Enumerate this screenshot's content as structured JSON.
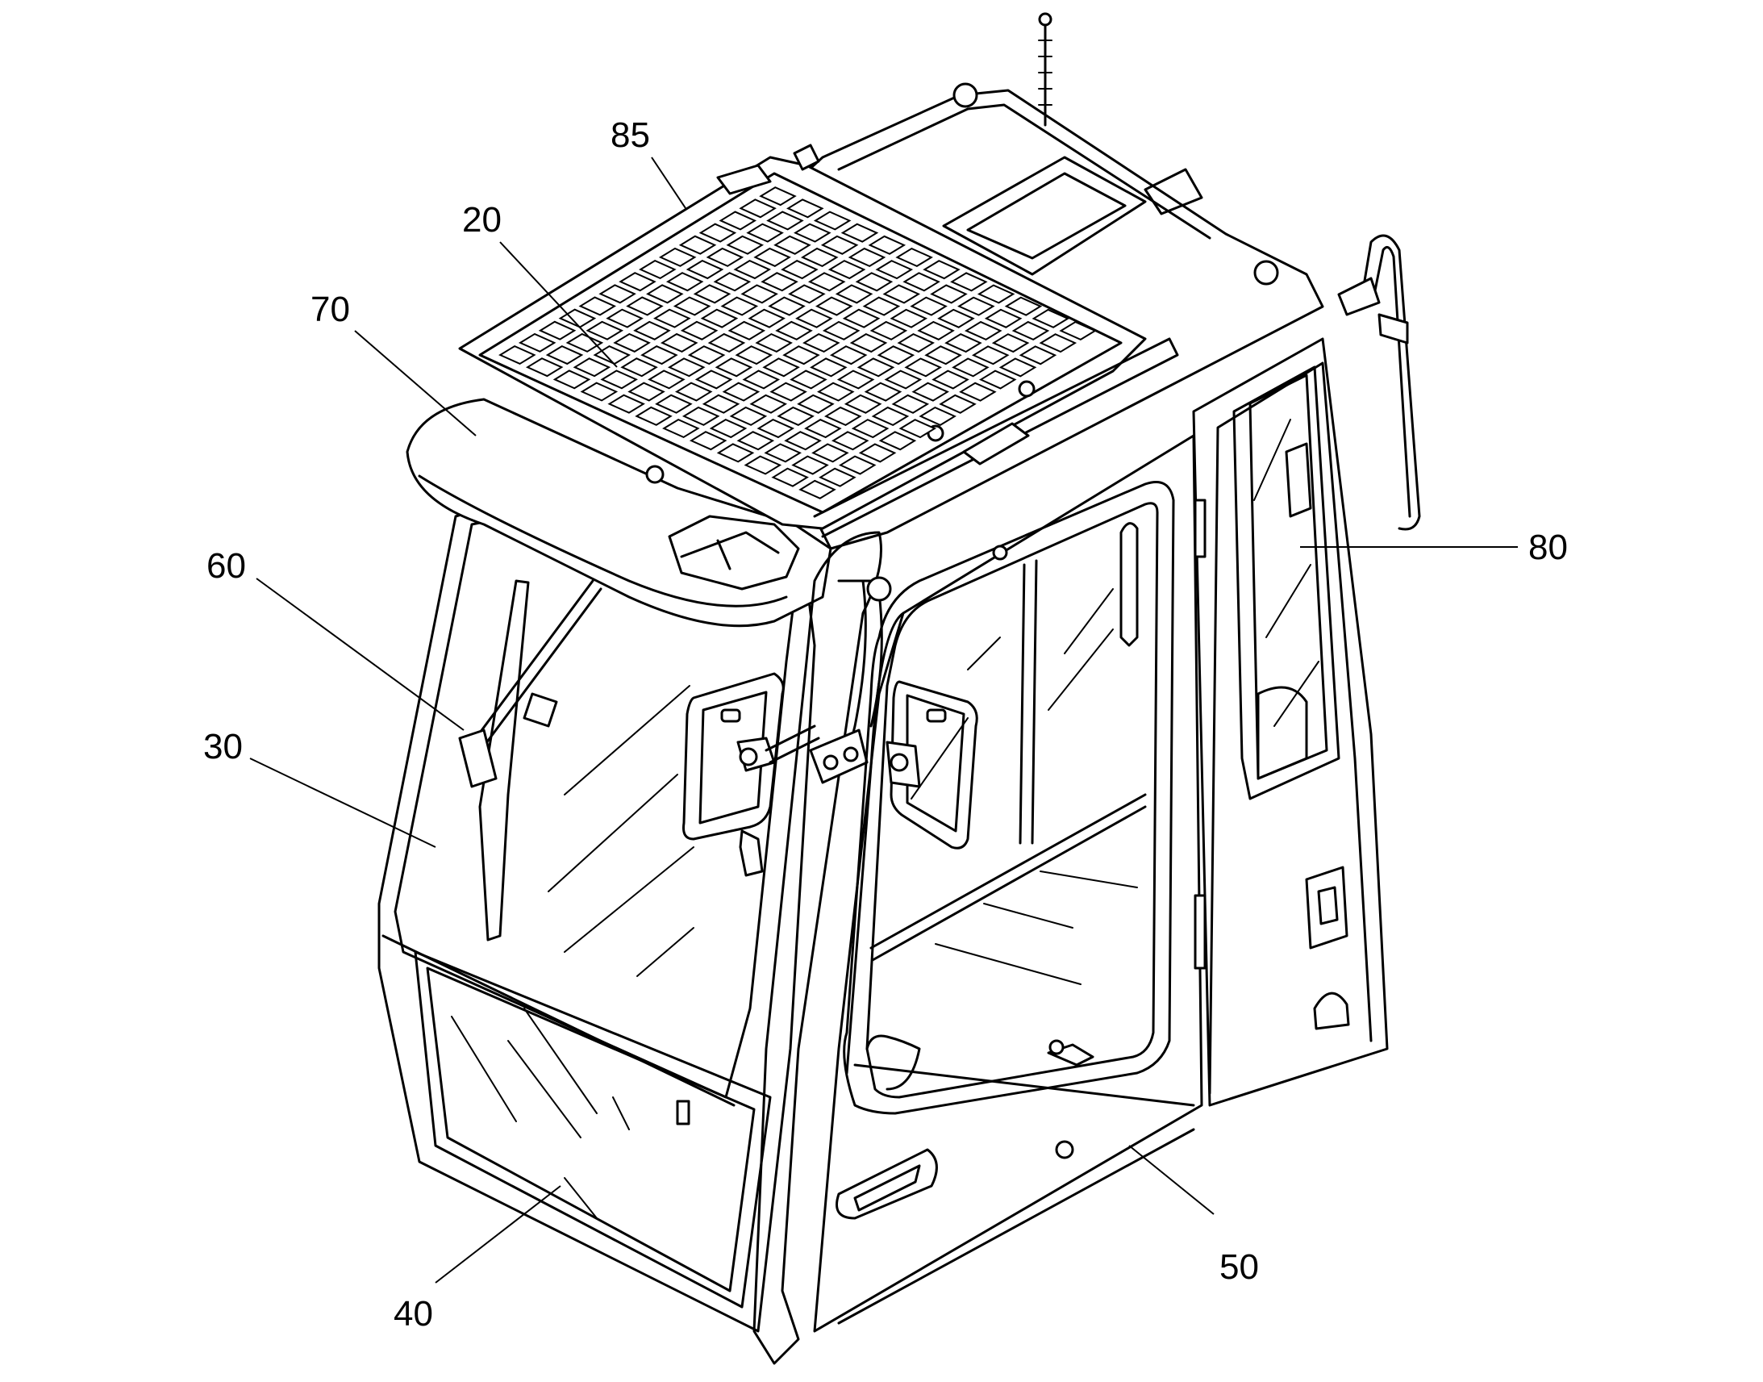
{
  "labels": {
    "l85": "85",
    "l20": "20",
    "l70": "70",
    "l60": "60",
    "l30": "30",
    "l80": "80",
    "l40": "40",
    "l50": "50"
  }
}
